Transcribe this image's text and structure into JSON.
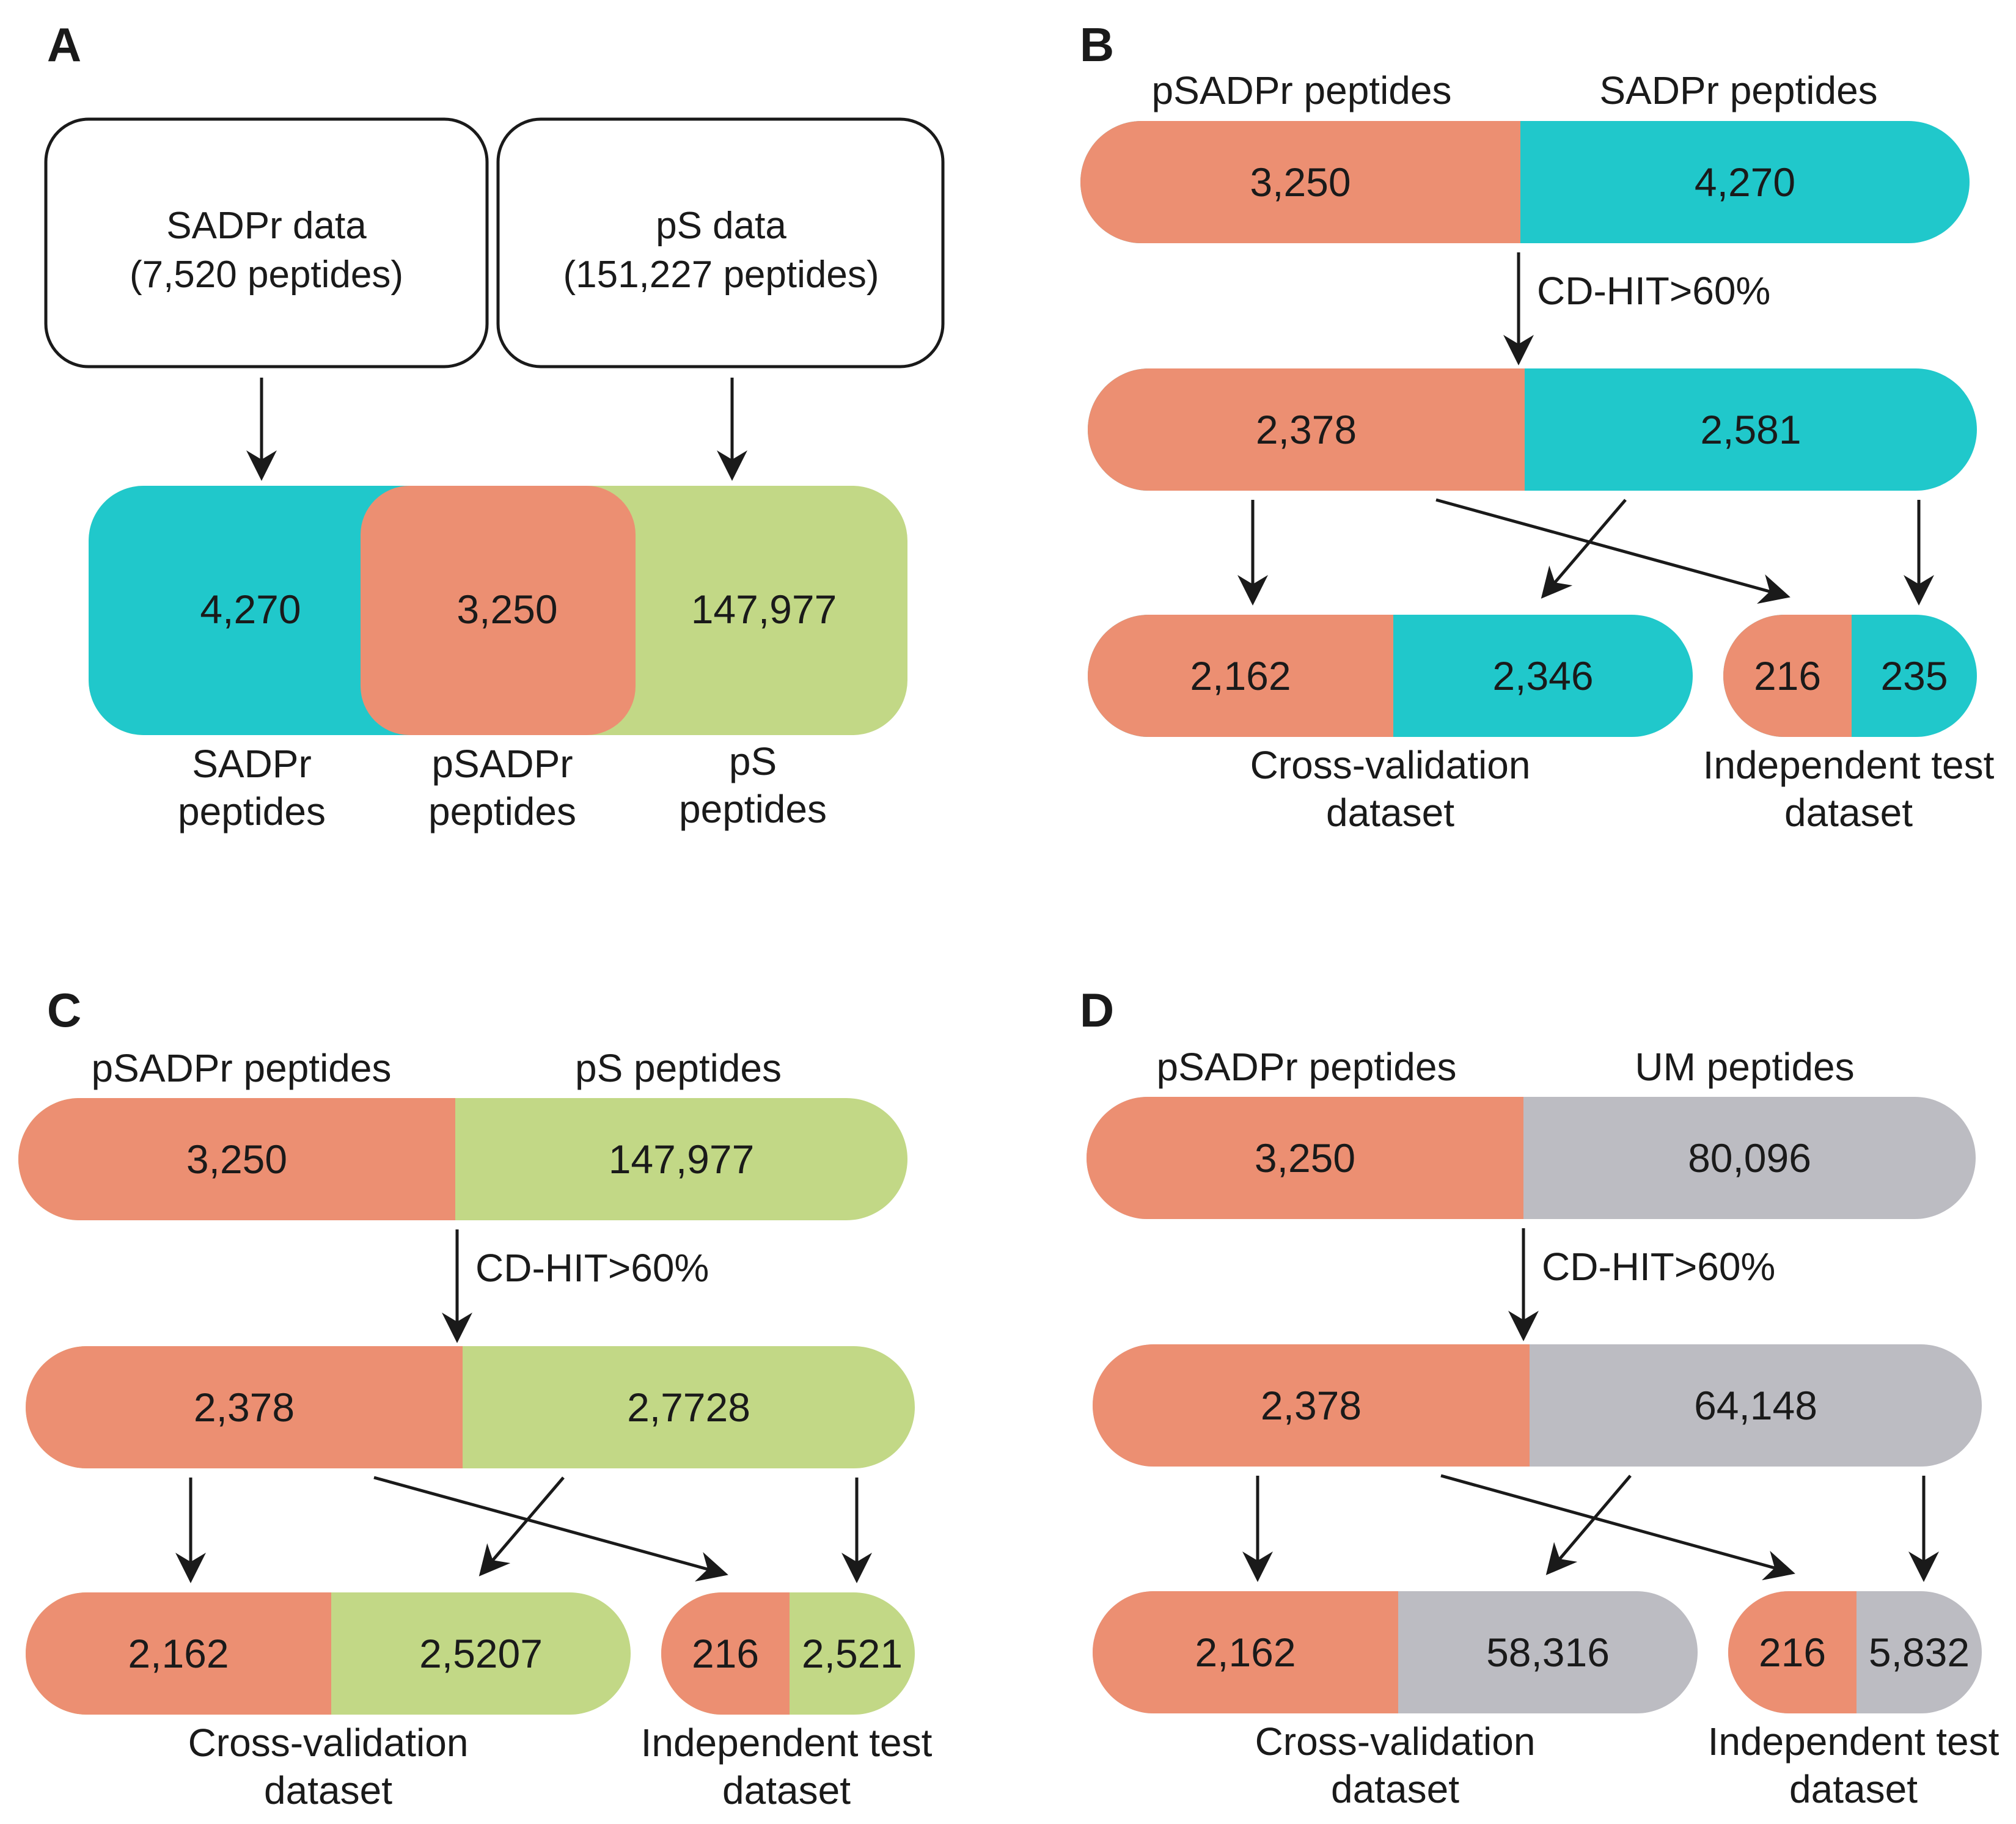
{
  "colors": {
    "psadpr": "#EC8F72",
    "sadpr": "#20C8CB",
    "ps": "#C2D886",
    "um": "#BCBCC2"
  },
  "panel_a": {
    "letter": "A",
    "sadpr_box": {
      "line1": "SADPr data",
      "line2": "(7,520 peptides)"
    },
    "ps_box": {
      "line1": "pS data",
      "line2": "(151,227 peptides)"
    },
    "values": {
      "sadpr": "4,270",
      "psadpr": "3,250",
      "ps": "147,977"
    },
    "labels": {
      "sadpr": [
        "SADPr",
        "peptides"
      ],
      "psadpr": [
        "pSADPr",
        "peptides"
      ],
      "ps": [
        "pS",
        "peptides"
      ]
    }
  },
  "panel_b": {
    "letter": "B",
    "header_left": "pSADPr peptides",
    "header_right": "SADPr peptides",
    "top": [
      "3,250",
      "4,270"
    ],
    "step": "CD-HIT>60%",
    "mid": [
      "2,378",
      "2,581"
    ],
    "cv": [
      "2,162",
      "2,346"
    ],
    "test": [
      "216",
      "235"
    ],
    "cv_label": [
      "Cross-validation",
      "dataset"
    ],
    "test_label": [
      "Independent test",
      "dataset"
    ]
  },
  "panel_c": {
    "letter": "C",
    "header_left": "pSADPr peptides",
    "header_right": "pS peptides",
    "top": [
      "3,250",
      "147,977"
    ],
    "step": "CD-HIT>60%",
    "mid": [
      "2,378",
      "2,7728"
    ],
    "cv": [
      "2,162",
      "2,5207"
    ],
    "test": [
      "216",
      "2,521"
    ],
    "cv_label": [
      "Cross-validation",
      "dataset"
    ],
    "test_label": [
      "Independent test",
      "dataset"
    ]
  },
  "panel_d": {
    "letter": "D",
    "header_left": "pSADPr peptides",
    "header_right": "UM peptides",
    "top": [
      "3,250",
      "80,096"
    ],
    "step": "CD-HIT>60%",
    "mid": [
      "2,378",
      "64,148"
    ],
    "cv": [
      "2,162",
      "58,316"
    ],
    "test": [
      "216",
      "5,832"
    ],
    "cv_label": [
      "Cross-validation",
      "dataset"
    ],
    "test_label": [
      "Independent test",
      "dataset"
    ]
  }
}
